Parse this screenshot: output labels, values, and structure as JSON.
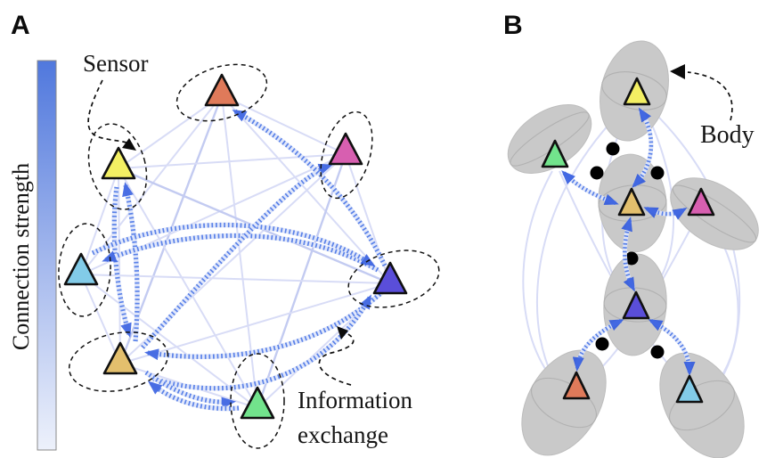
{
  "panelA": {
    "label": "A",
    "annotations": {
      "sensor": "Sensor",
      "information_line1": "Information",
      "information_line2": "exchange"
    },
    "legend": {
      "caption": "Connection strength",
      "gradient_top": "#5078dd",
      "gradient_mid": "#a9bcee",
      "gradient_bottom": "#edf1fb"
    },
    "nodes": [
      {
        "id": "orange",
        "color": "#df7a5a"
      },
      {
        "id": "pink",
        "color": "#d75fb0"
      },
      {
        "id": "yellow",
        "color": "#f3ef63"
      },
      {
        "id": "cyan",
        "color": "#82cbe8"
      },
      {
        "id": "navy",
        "color": "#5a4ed9"
      },
      {
        "id": "gold",
        "color": "#e3bf6d"
      },
      {
        "id": "green",
        "color": "#72e38c"
      }
    ],
    "connections": [
      {
        "from": "gold",
        "to": "yellow"
      },
      {
        "from": "yellow",
        "to": "gold"
      },
      {
        "from": "navy",
        "to": "cyan"
      },
      {
        "from": "cyan",
        "to": "navy"
      },
      {
        "from": "gold",
        "to": "pink"
      },
      {
        "from": "navy",
        "to": "orange"
      },
      {
        "from": "navy",
        "to": "gold"
      },
      {
        "from": "gold",
        "to": "navy"
      },
      {
        "from": "gold",
        "to": "green"
      },
      {
        "from": "green",
        "to": "gold"
      }
    ]
  },
  "panelB": {
    "label": "B",
    "annotations": {
      "body": "Body"
    },
    "segment_color": "#c9c9c9",
    "joint_color": "#000000",
    "joint_count": 6,
    "nodes": [
      {
        "id": "yellow",
        "color": "#f3ef63"
      },
      {
        "id": "green",
        "color": "#72e38c"
      },
      {
        "id": "gold",
        "color": "#e3bf6d"
      },
      {
        "id": "pink",
        "color": "#d75fb0"
      },
      {
        "id": "navy",
        "color": "#5a4ed9"
      },
      {
        "id": "orange",
        "color": "#df7a5a"
      },
      {
        "id": "cyan",
        "color": "#82cbe8"
      }
    ],
    "connections": [
      {
        "from": "gold",
        "to": "yellow",
        "bidirectional": true
      },
      {
        "from": "gold",
        "to": "green",
        "bidirectional": true
      },
      {
        "from": "gold",
        "to": "pink",
        "bidirectional": true
      },
      {
        "from": "gold",
        "to": "navy",
        "bidirectional": true
      },
      {
        "from": "navy",
        "to": "orange",
        "bidirectional": true
      },
      {
        "from": "navy",
        "to": "cyan",
        "bidirectional": true
      }
    ]
  },
  "style": {
    "arrowhead_color": "#2753df",
    "trail_color": "#3d6ce5",
    "trail_underlay_color": "#dfe6fa",
    "faint_line_color": "#d8dcf6",
    "outline_dash_color": "#111111"
  }
}
